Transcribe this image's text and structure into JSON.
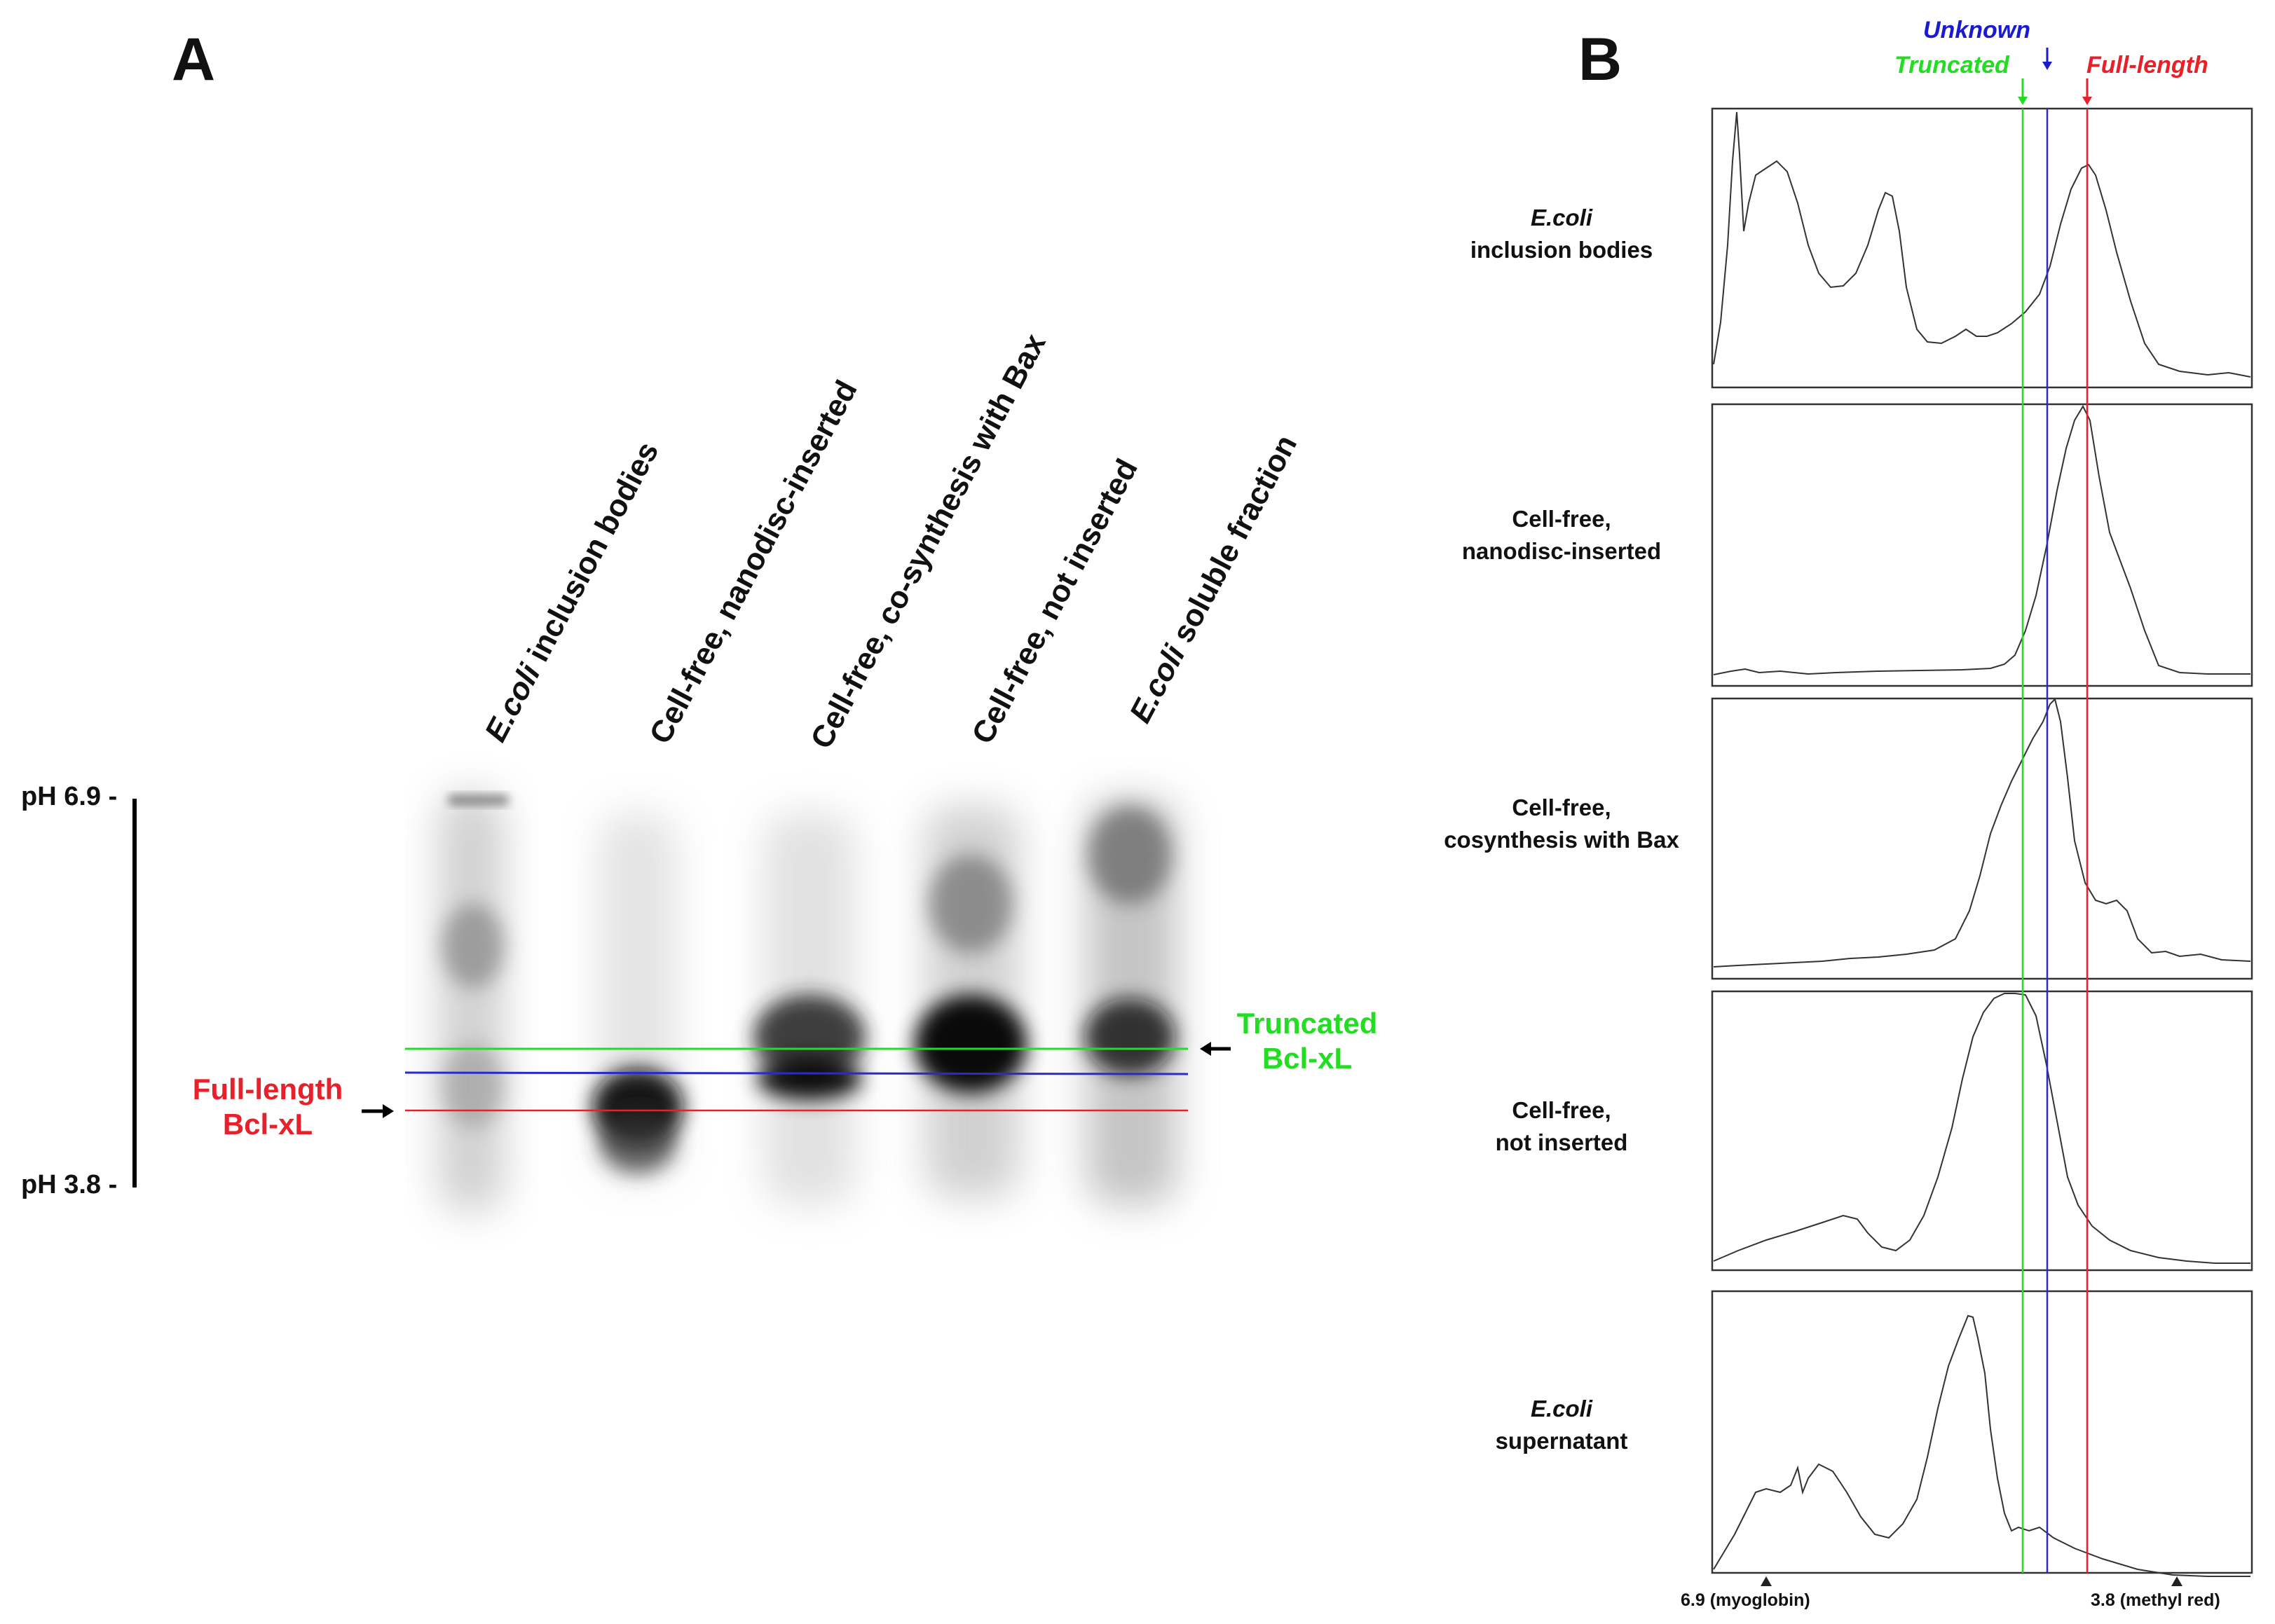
{
  "panel_a": {
    "letter": "A",
    "lanes": [
      {
        "italic": "E.coli",
        "text": " inclusion bodies"
      },
      {
        "italic": "",
        "text": "Cell-free, nanodisc-inserted"
      },
      {
        "italic": "",
        "text": "Cell-free, co-synthesis with Bax"
      },
      {
        "italic": "",
        "text": "Cell-free, not inserted"
      },
      {
        "italic": "E.coli",
        "text": " soluble fraction"
      }
    ],
    "ph_top": "pH 6.9 -",
    "ph_bottom": "pH 3.8 -",
    "full_length": {
      "line1": "Full-length",
      "line2": "Bcl-xL",
      "color": "#e8202a"
    },
    "truncated": {
      "line1": "Truncated",
      "line2": "Bcl-xL",
      "color": "#22dd22"
    },
    "unknown_line_color": "#2a2acc"
  },
  "panel_b": {
    "letter": "B",
    "markers": {
      "unknown": {
        "label": "Unknown",
        "color": "#1a1ad0"
      },
      "truncated": {
        "label": "Truncated",
        "color": "#22dd22"
      },
      "full_length": {
        "label": "Full-length",
        "color": "#e8202a"
      }
    },
    "rows": [
      {
        "italic": "E.coli",
        "line2": "inclusion bodies"
      },
      {
        "italic": "",
        "line1": "Cell-free,",
        "line2": "nanodisc-inserted"
      },
      {
        "italic": "",
        "line1": "Cell-free,",
        "line2": "cosynthesis with Bax"
      },
      {
        "italic": "",
        "line1": "Cell-free,",
        "line2": "not inserted"
      },
      {
        "italic": "E.coli",
        "line2": "supernatant"
      }
    ],
    "axis_left": "6.9 (myoglobin)",
    "axis_right": "3.8 (methyl red)"
  }
}
